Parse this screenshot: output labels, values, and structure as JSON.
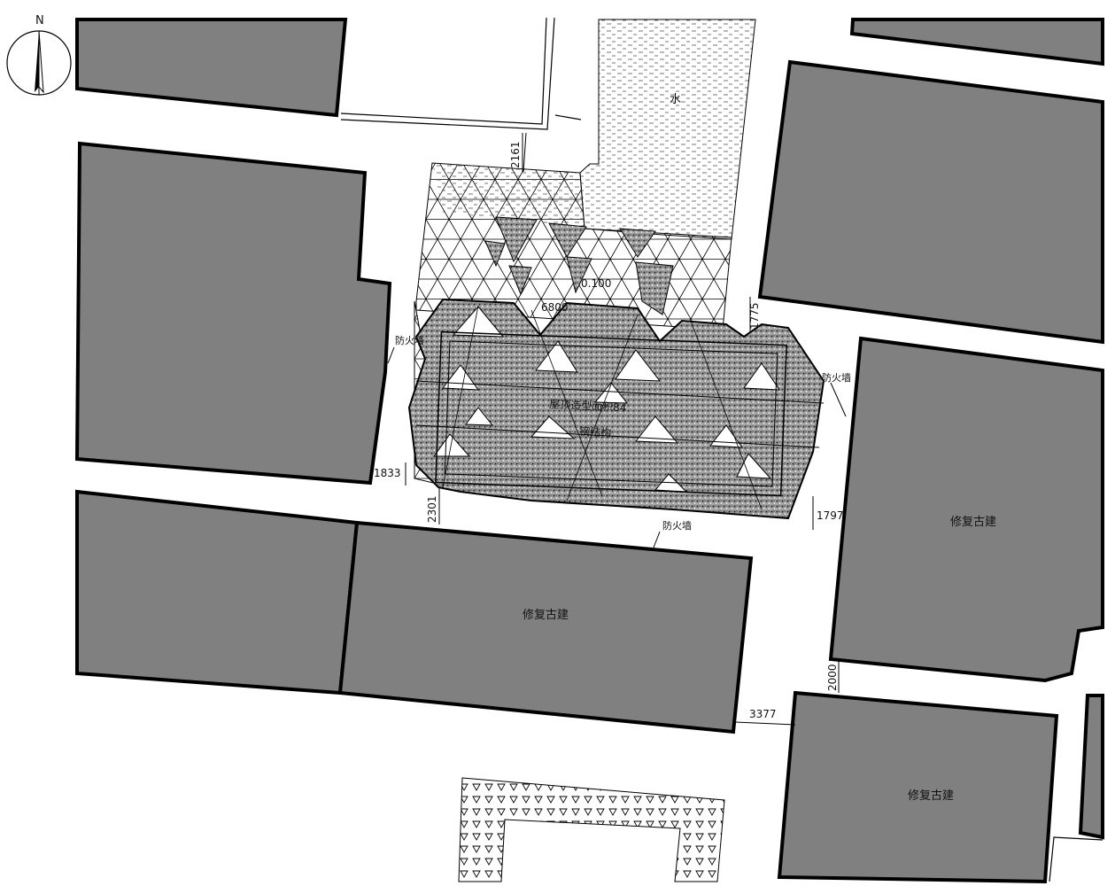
{
  "north_label": "N",
  "water_label": "水",
  "buildings": {
    "restored_label": "修复古建"
  },
  "fire_walls": {
    "west": "防火墙",
    "east": "防火墙",
    "south": "防火墙"
  },
  "dimensions": {
    "d2161": "2161",
    "d1775": "1775",
    "d1833": "1833",
    "d2301": "2301",
    "d1797": "1797",
    "d2000": "2000",
    "d3377": "3377",
    "d6800": "6800",
    "d100": "0.100"
  },
  "roof_text": {
    "line1": "屋顶造型面积84",
    "line2": "钢结构"
  },
  "colors": {
    "building_fill": "#808080",
    "outline": "#000000",
    "background": "#ffffff"
  }
}
